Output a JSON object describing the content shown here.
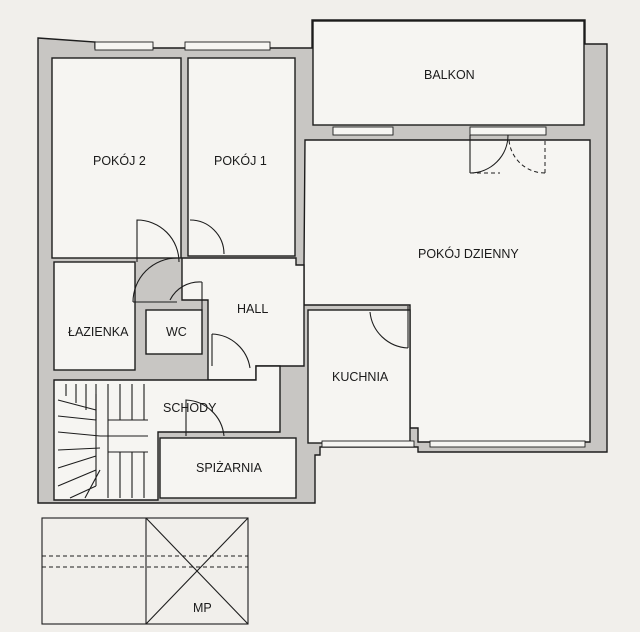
{
  "rooms": {
    "balkon": "BALKON",
    "pokoj2": "POKÓJ 2",
    "pokoj1": "POKÓJ 1",
    "pokoj_dzienny": "POKÓJ DZIENNY",
    "hall": "HALL",
    "lazienka": "ŁAZIENKA",
    "wc": "WC",
    "kuchnia": "KUCHNIA",
    "schody": "SCHODY",
    "spizarnia": "SPIŻARNIA",
    "mp": "MP"
  }
}
